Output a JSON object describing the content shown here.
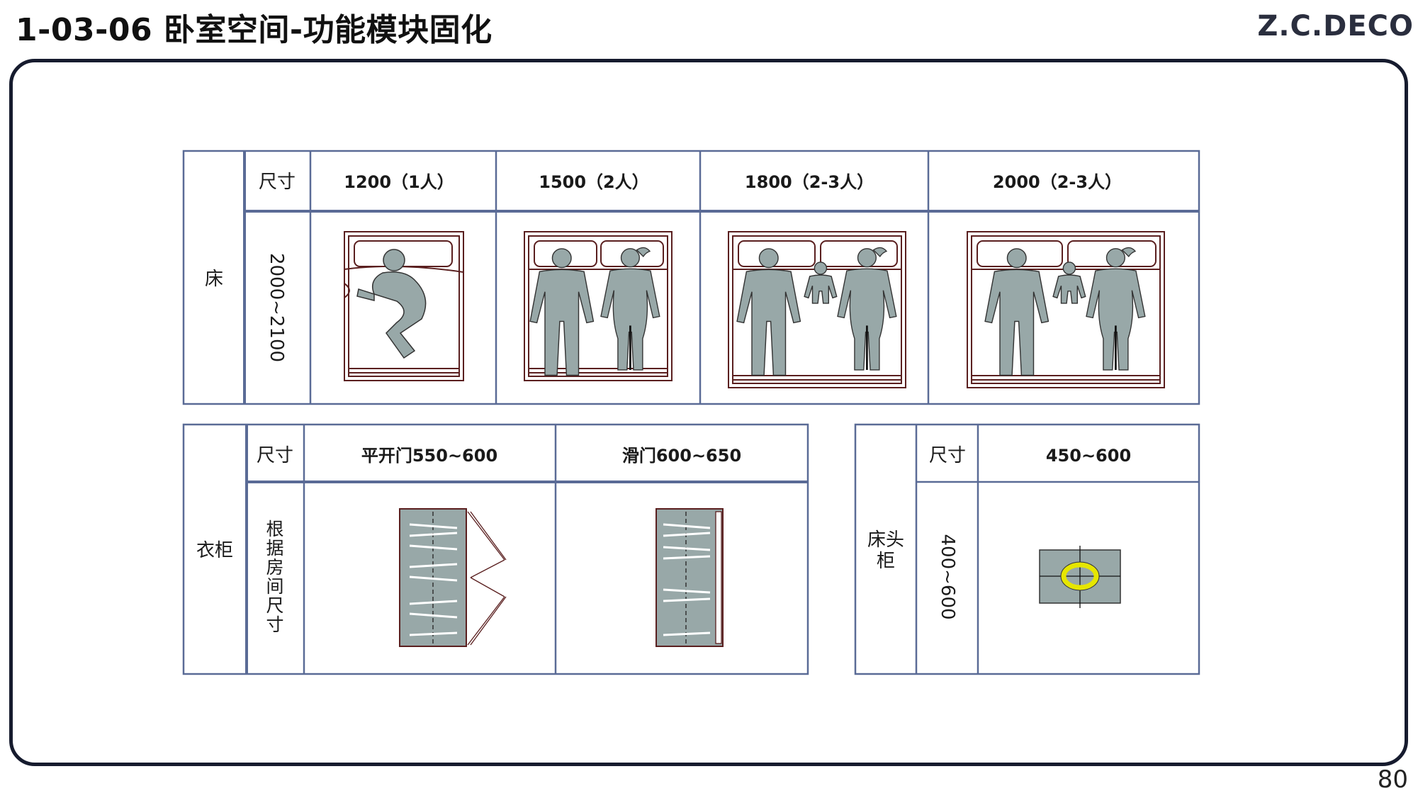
{
  "page": {
    "title": "1-03-06 卧室空间-功能模块固化",
    "brand": "Z.C.DECO",
    "page_number": "80"
  },
  "colors": {
    "table_border": "#5a6b96",
    "figure_fill": "#98a8a8",
    "bed_line": "#5a1f1f",
    "ring_yellow": "#e6e600"
  },
  "bed": {
    "category": "床",
    "size_header": "尺寸",
    "length": "2000~2100",
    "widths": [
      "1200（1人）",
      "1500（2人）",
      "1800（2-3人）",
      "2000（2-3人）"
    ]
  },
  "wardrobe": {
    "category": "衣柜",
    "size_header": "尺寸",
    "note_chars": [
      "根",
      "据",
      "房",
      "间",
      "尺",
      "寸"
    ],
    "types": [
      "平开门550~600",
      "滑门600~650"
    ]
  },
  "nightstand": {
    "category_line1": "床头",
    "category_line2": "柜",
    "size_header": "尺寸",
    "width": "450~600",
    "length": "400~600"
  }
}
